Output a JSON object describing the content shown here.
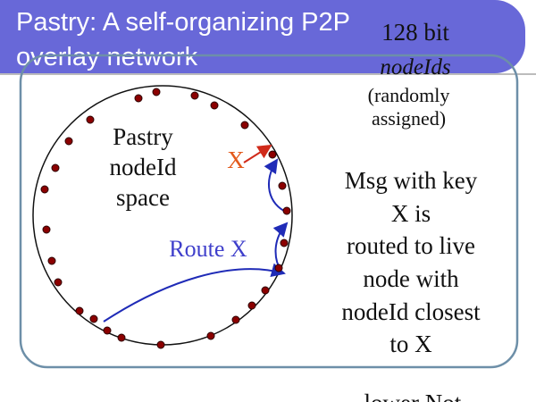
{
  "slide": {
    "title_line_1": "Pastry: A self-organizing P2P",
    "title_line_2": "overlay network",
    "bits_text": "128 bit",
    "nodeids_text": "nodeIds",
    "random_line_1": "(randomly",
    "random_line_2": "assigned)",
    "space_line_1": "Pastry",
    "space_line_2": "nodeId",
    "space_line_3": "space",
    "x_marker": "X",
    "route_label": "Route X",
    "message_lines": [
      "Msg with key",
      "X is",
      "routed to live",
      "node with",
      "nodeId closest",
      "to X"
    ],
    "bottom_partial": "lower Not..."
  },
  "colors": {
    "title_bar": "#6868d8",
    "node_fill": "#8b0000",
    "node_stroke": "#2b0000",
    "route_arrows": "#1f2bb7",
    "x_arrow": "#d02a1a",
    "frame_border": "#6d8fa8",
    "circle_border": "#111111"
  }
}
